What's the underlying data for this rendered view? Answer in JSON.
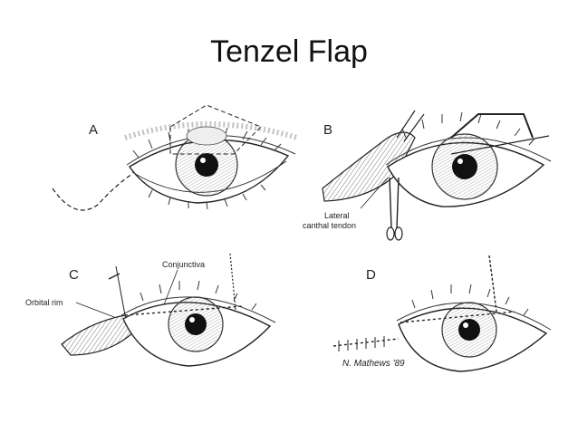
{
  "slide": {
    "title": "Tenzel Flap"
  },
  "figure": {
    "panels": [
      {
        "letter": "A"
      },
      {
        "letter": "B",
        "annotation": "Lateral canthal tendon",
        "annotation_lines": [
          "Lateral",
          "canthal tendon"
        ]
      },
      {
        "letter": "C",
        "annotations": [
          "Conjunctiva",
          "Orbital rim"
        ]
      },
      {
        "letter": "D",
        "signature": "N. Mathews '89"
      }
    ]
  }
}
